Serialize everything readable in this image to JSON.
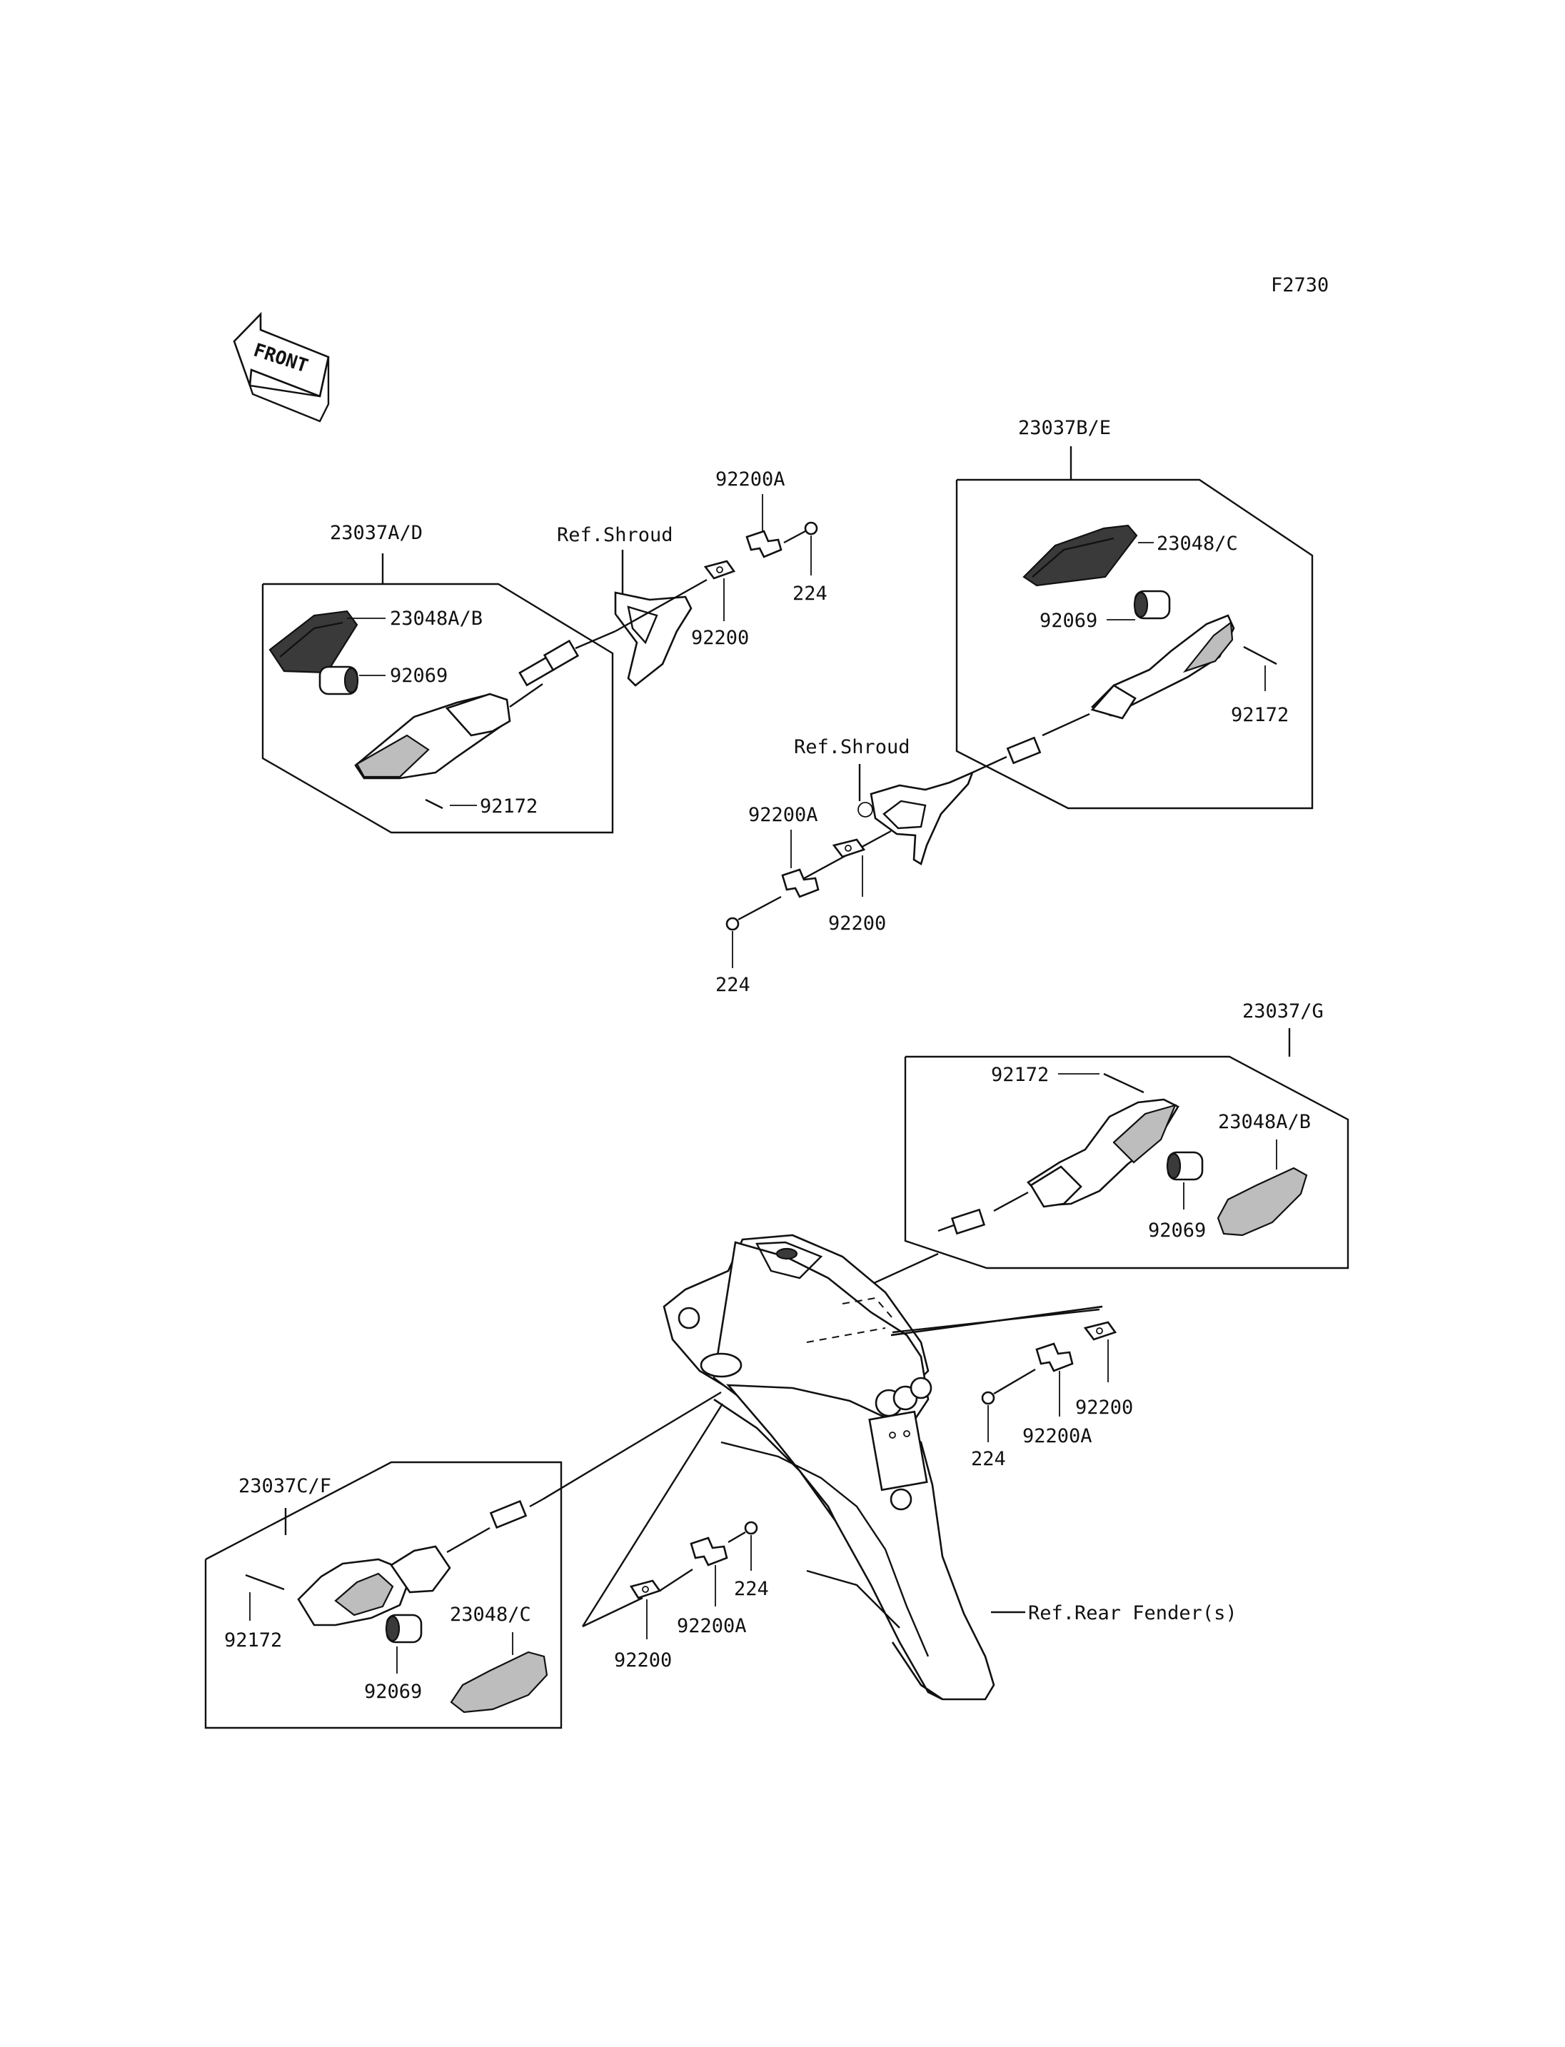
{
  "diagram": {
    "code": "F2730",
    "front_label": "FRONT",
    "labels": {
      "asm_a": "23037A/D",
      "asm_b": "23037B/E",
      "asm_g": "23037/G",
      "asm_c": "23037C/F",
      "lens_ab_1": "23048A/B",
      "lens_c_1": "23048/C",
      "lens_ab_2": "23048A/B",
      "lens_c_2": "23048/C",
      "bulb_1": "92069",
      "bulb_2": "92069",
      "bulb_3": "92069",
      "bulb_4": "92069",
      "screw_1": "92172",
      "screw_2": "92172",
      "screw_3": "92172",
      "screw_4": "92172",
      "ref_shroud_1": "Ref.Shroud",
      "ref_shroud_2": "Ref.Shroud",
      "ref_fender": "Ref.Rear Fender(s)",
      "plate_a_1": "92200A",
      "plate_a_2": "92200A",
      "plate_a_3": "92200A",
      "plate_a_4": "92200A",
      "plate_1": "92200",
      "plate_2": "92200",
      "plate_3": "92200",
      "plate_4": "92200",
      "bolt_1": "224",
      "bolt_2": "224",
      "bolt_3": "224",
      "bolt_4": "224"
    }
  }
}
